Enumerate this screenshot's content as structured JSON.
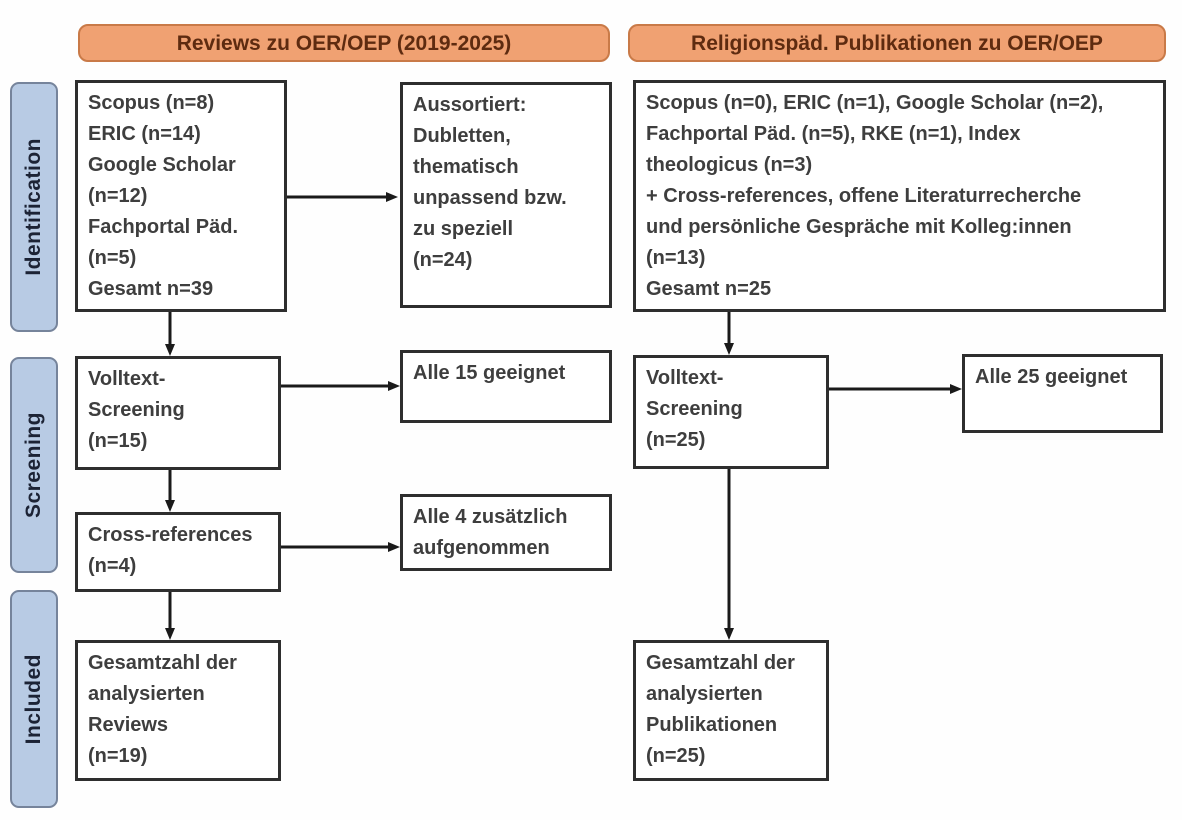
{
  "headers": {
    "left": {
      "label": "Reviews zu OER/OEP (2019-2025)"
    },
    "right": {
      "label": "Religionspäd. Publikationen zu OER/OEP"
    }
  },
  "stages": {
    "identification": {
      "label": "Identification"
    },
    "screening": {
      "label": "Screening"
    },
    "included": {
      "label": "Included"
    }
  },
  "boxes": {
    "left_sources": {
      "text": "Scopus (n=8)\nERIC (n=14)\nGoogle Scholar\n(n=12)\nFachportal Päd.\n(n=5)\nGesamt n=39"
    },
    "left_excluded": {
      "text": "Aussortiert:\nDubletten,\nthematisch\nunpassend bzw.\nzu speziell\n(n=24)"
    },
    "left_fulltext": {
      "text": "Volltext-\nScreening\n(n=15)"
    },
    "left_fulltext_result": {
      "text": "Alle 15 geeignet"
    },
    "left_crossref": {
      "text": "Cross-references\n(n=4)"
    },
    "left_crossref_result": {
      "text": "Alle 4 zusätzlich\naufgenommen"
    },
    "left_total": {
      "text": "Gesamtzahl der\nanalysierten\nReviews\n(n=19)"
    },
    "right_sources": {
      "text": "Scopus (n=0), ERIC (n=1), Google Scholar (n=2),\nFachportal Päd. (n=5), RKE (n=1), Index\ntheologicus (n=3)\n+ Cross-references, offene Literaturrecherche\nund persönliche Gespräche mit Kolleg:innen\n(n=13)\nGesamt n=25"
    },
    "right_fulltext": {
      "text": "Volltext-\nScreening\n(n=25)"
    },
    "right_fulltext_result": {
      "text": "Alle 25 geeignet"
    },
    "right_total": {
      "text": "Gesamtzahl der\nanalysierten\nPublikationen\n(n=25)"
    }
  },
  "colors": {
    "header_fill": "#F0A172",
    "header_border": "#C97A48",
    "header_text": "#5E2B10",
    "stage_fill": "#B8CBE4",
    "stage_border": "#76849B",
    "stage_text": "#1C2335",
    "box_border": "#2E2E2E",
    "box_text": "#3E3E3E",
    "arrow": "#1A1A1A"
  }
}
